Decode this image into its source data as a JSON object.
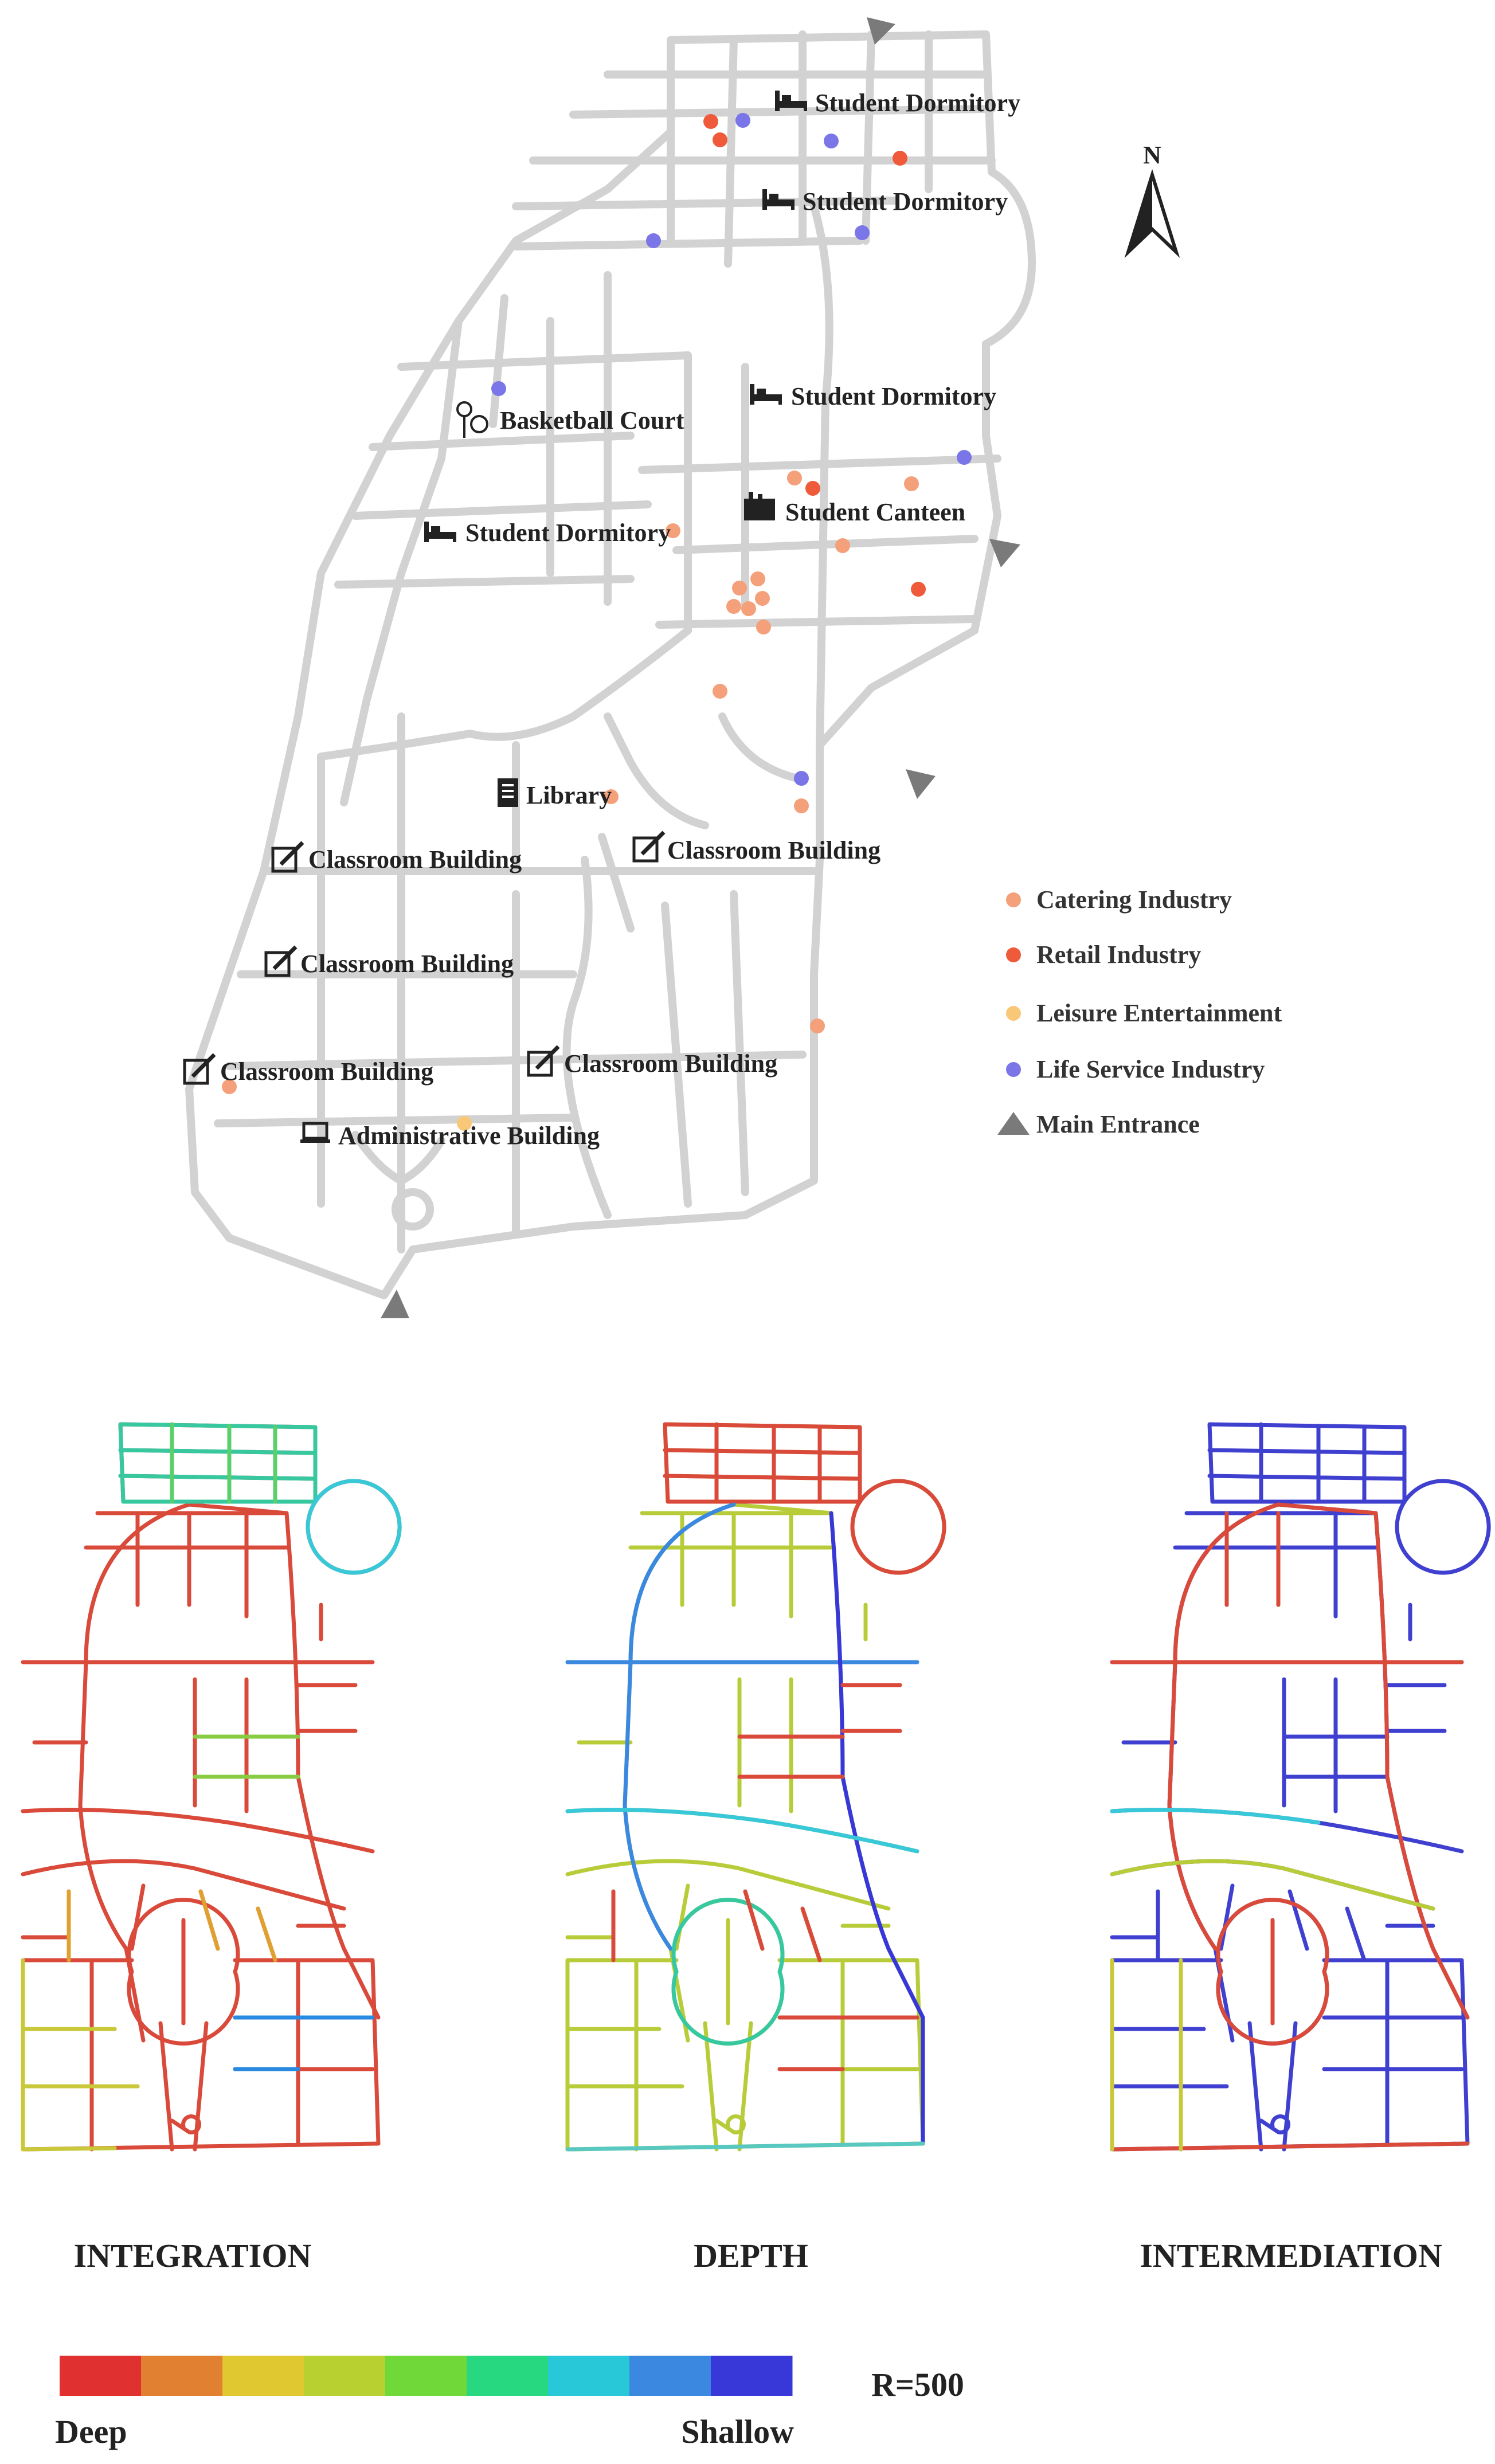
{
  "map": {
    "north_label": "N",
    "buildings": [
      {
        "label": "Student Dormitory",
        "icon": "bed-icon"
      },
      {
        "label": "Student Dormitory",
        "icon": "bed-icon"
      },
      {
        "label": "Student Dormitory",
        "icon": "bed-icon"
      },
      {
        "label": "Student Dormitory",
        "icon": "bed-icon"
      },
      {
        "label": "Basketball Court",
        "icon": "basketball-icon"
      },
      {
        "label": "Student Canteen",
        "icon": "canteen-icon"
      },
      {
        "label": "Library",
        "icon": "book-icon"
      },
      {
        "label": "Classroom Building",
        "icon": "pencil-icon"
      },
      {
        "label": "Classroom Building",
        "icon": "pencil-icon"
      },
      {
        "label": "Classroom Building",
        "icon": "pencil-icon"
      },
      {
        "label": "Classroom Building",
        "icon": "pencil-icon"
      },
      {
        "label": "Classroom Building",
        "icon": "pencil-icon"
      },
      {
        "label": "Administrative Building",
        "icon": "laptop-icon"
      }
    ],
    "legend": [
      {
        "label": "Catering Industry",
        "color": "#F4A07A",
        "marker": "dot"
      },
      {
        "label": "Retail Industry",
        "color": "#EE5A3A",
        "marker": "dot"
      },
      {
        "label": "Leisure Entertainment",
        "color": "#F8C878",
        "marker": "dot"
      },
      {
        "label": "Life Service Industry",
        "color": "#7A76E8",
        "marker": "dot"
      },
      {
        "label": "Main Entrance",
        "color": "#7A7A7A",
        "marker": "triangle"
      }
    ]
  },
  "panels": [
    {
      "title": "INTEGRATION"
    },
    {
      "title": "DEPTH"
    },
    {
      "title": "INTERMEDIATION"
    }
  ],
  "colorbar": {
    "colors": [
      "#E03030",
      "#E08030",
      "#E0C830",
      "#B8D030",
      "#70D838",
      "#28D880",
      "#28C8D8",
      "#3A88E0",
      "#3838D8"
    ],
    "low_label": "Deep",
    "high_label": "Shallow",
    "radius_label": "R=500"
  }
}
